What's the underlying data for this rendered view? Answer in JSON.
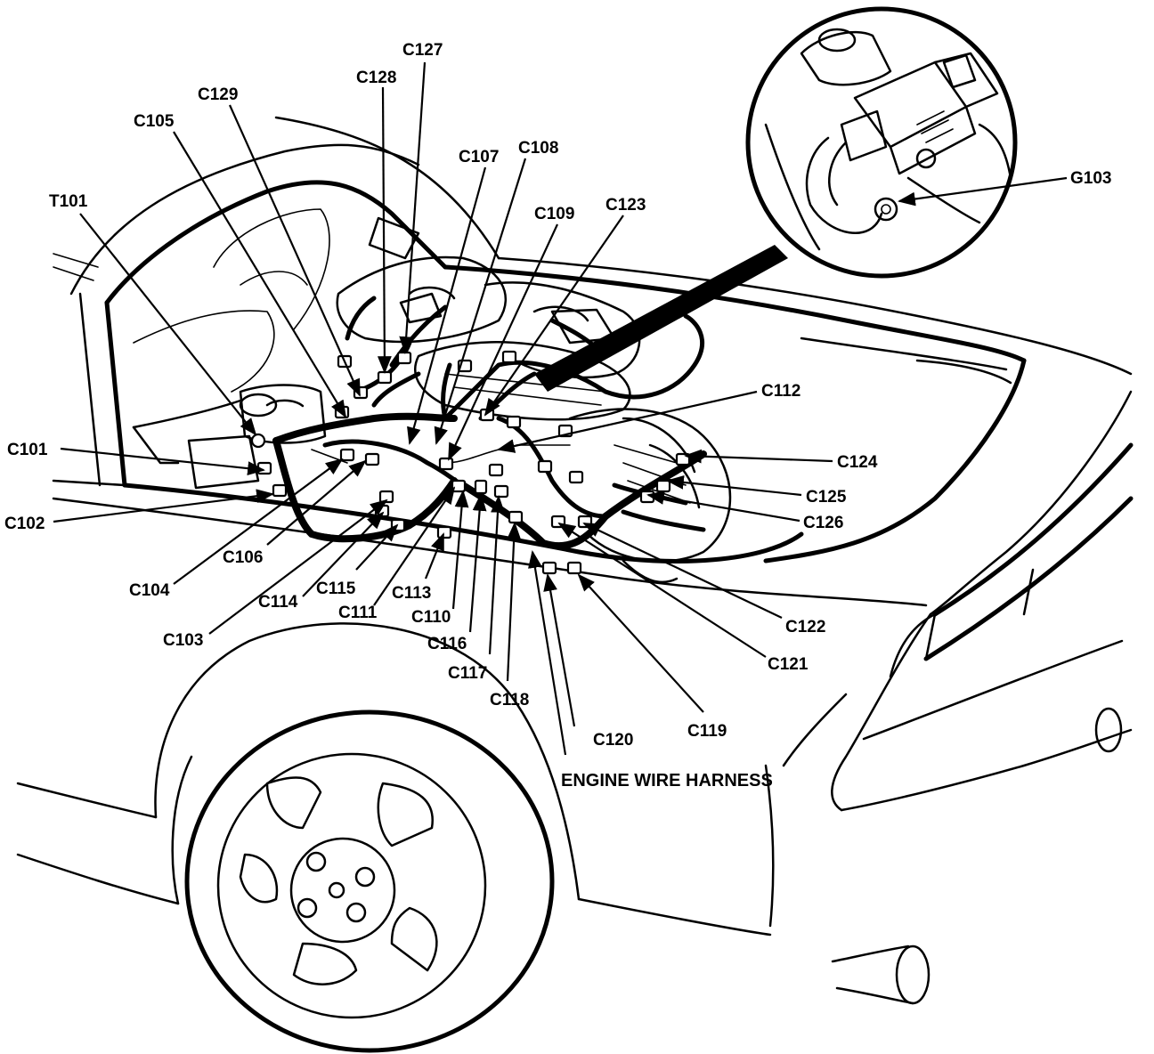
{
  "diagram": {
    "caption": "ENGINE WIRE HARNESS",
    "callouts": {
      "c101": "C101",
      "c102": "C102",
      "c103": "C103",
      "c104": "C104",
      "c105": "C105",
      "c106": "C106",
      "c107": "C107",
      "c108": "C108",
      "c109": "C109",
      "c110": "C110",
      "c111": "C111",
      "c112": "C112",
      "c113": "C113",
      "c114": "C114",
      "c115": "C115",
      "c116": "C116",
      "c117": "C117",
      "c118": "C118",
      "c119": "C119",
      "c120": "C120",
      "c121": "C121",
      "c122": "C122",
      "c123": "C123",
      "c124": "C124",
      "c125": "C125",
      "c126": "C126",
      "c127": "C127",
      "c128": "C128",
      "c129": "C129",
      "t101": "T101",
      "g103": "G103"
    }
  }
}
